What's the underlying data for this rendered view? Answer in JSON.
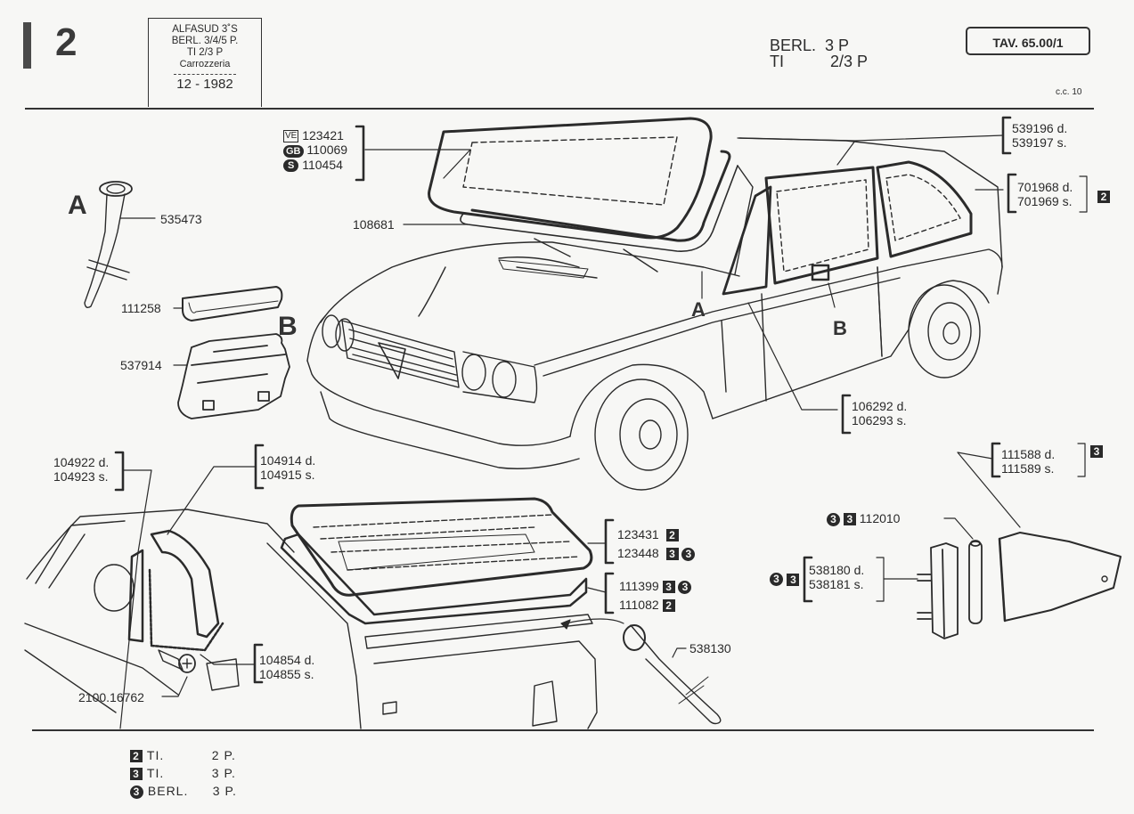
{
  "header": {
    "sheet_number": "2",
    "model_box": {
      "lines": [
        "ALFASUD 3˚S",
        "BERL. 3/4/5 P.",
        "TI 2/3 P",
        "Carrozzeria"
      ],
      "date": "12 - 1982"
    },
    "variant": {
      "row1": {
        "name": "BERL.",
        "doors": "3 P"
      },
      "row2": {
        "name": "TI",
        "doors": "2/3 P"
      }
    },
    "table_ref": "TAV.  65.00/1",
    "cc": "c.c. 10"
  },
  "parts": {
    "windshield": {
      "badges": [
        "VE",
        "GB",
        "S"
      ],
      "codes": [
        "123421",
        "110069",
        "110454"
      ]
    },
    "windshield_seal": "108681",
    "door_frame_upper": [
      "539196 d.",
      "539197 s."
    ],
    "rear_side_window": {
      "codes": [
        "701968 d.",
        "701969 s."
      ],
      "applies": "2"
    },
    "door_seal": [
      "106292 d.",
      "106293 s."
    ],
    "quarter_glass": {
      "codes": [
        "111588 d.",
        "111589 s."
      ],
      "applies": "3"
    },
    "drain_tube_a": "535473",
    "seal_strip_b": "111258",
    "bracket_b": "537914",
    "callout_a": "A",
    "callout_b": "B",
    "pillar_seal_left": [
      "104922 d.",
      "104923 s."
    ],
    "pillar_seal_right": [
      "104914 d.",
      "104915 s."
    ],
    "rear_frame_seal": [
      "104854 d.",
      "104855 s."
    ],
    "screw": "2100.16762",
    "rear_window": [
      {
        "code": "123431",
        "applies": [
          "2"
        ]
      },
      {
        "code": "123448",
        "applies": [
          "3",
          "③"
        ]
      }
    ],
    "rear_window_seal": [
      {
        "code": "111399",
        "applies": [
          "3",
          "③"
        ]
      },
      {
        "code": "111082",
        "applies": [
          "2"
        ]
      }
    ],
    "drain_tube_rear": "538130",
    "hinge_pin": {
      "code": "112010",
      "applies": [
        "③",
        "3"
      ]
    },
    "hinge_bracket": {
      "codes": [
        "538180 d.",
        "538181 s."
      ],
      "applies": [
        "③",
        "3"
      ]
    }
  },
  "legend": [
    {
      "symbol": "2",
      "style": "square",
      "label": "TI.",
      "doors": "2 P."
    },
    {
      "symbol": "3",
      "style": "square",
      "label": "TI.",
      "doors": "3 P."
    },
    {
      "symbol": "3",
      "style": "circle",
      "label": "BERL.",
      "doors": "3 P."
    }
  ]
}
